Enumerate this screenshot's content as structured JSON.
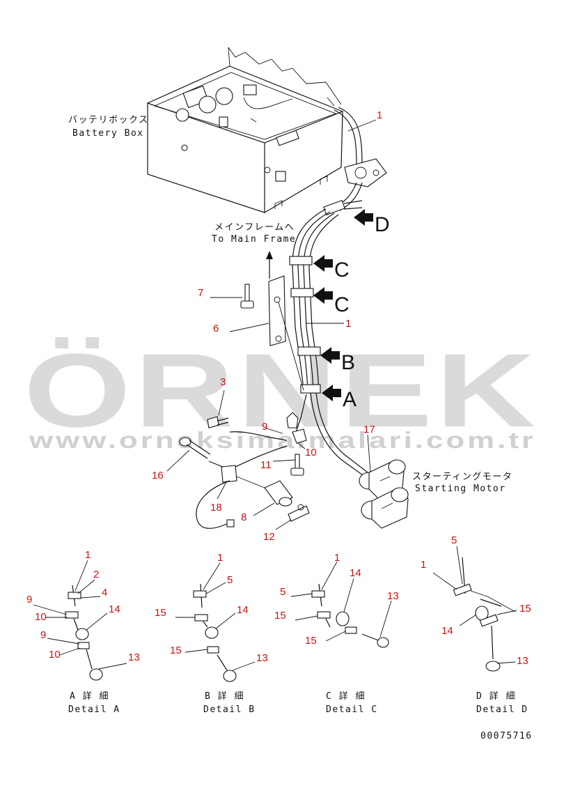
{
  "watermark": {
    "brand": "ÖRNEK",
    "url": "www.orneksimalmalari.com.tr"
  },
  "labels": {
    "battery_box_jp": "バッテリボックス",
    "battery_box_en": "Battery Box",
    "main_frame_jp": "メインフレームへ",
    "main_frame_en": "To Main Frame",
    "starting_motor_jp": "スターティングモータ",
    "starting_motor_en": "Starting Motor"
  },
  "view_arrows": [
    "D",
    "C",
    "C",
    "B",
    "A"
  ],
  "callouts_main": [
    "1",
    "1",
    "7",
    "6",
    "3",
    "9",
    "10",
    "11",
    "16",
    "17",
    "18",
    "8",
    "12"
  ],
  "details": [
    {
      "title_jp": "A 詳 細",
      "title_en": "Detail A",
      "callouts": [
        "1",
        "2",
        "4",
        "9",
        "10",
        "14",
        "9",
        "10",
        "13"
      ]
    },
    {
      "title_jp": "B 詳 細",
      "title_en": "Detail B",
      "callouts": [
        "1",
        "5",
        "15",
        "14",
        "15",
        "13"
      ]
    },
    {
      "title_jp": "C 詳 細",
      "title_en": "Detail C",
      "callouts": [
        "1",
        "14",
        "5",
        "13",
        "15",
        "15"
      ]
    },
    {
      "title_jp": "D 詳 細",
      "title_en": "Detail D",
      "callouts": [
        "5",
        "1",
        "15",
        "14",
        "13"
      ]
    }
  ],
  "drawing_number": "00075716"
}
